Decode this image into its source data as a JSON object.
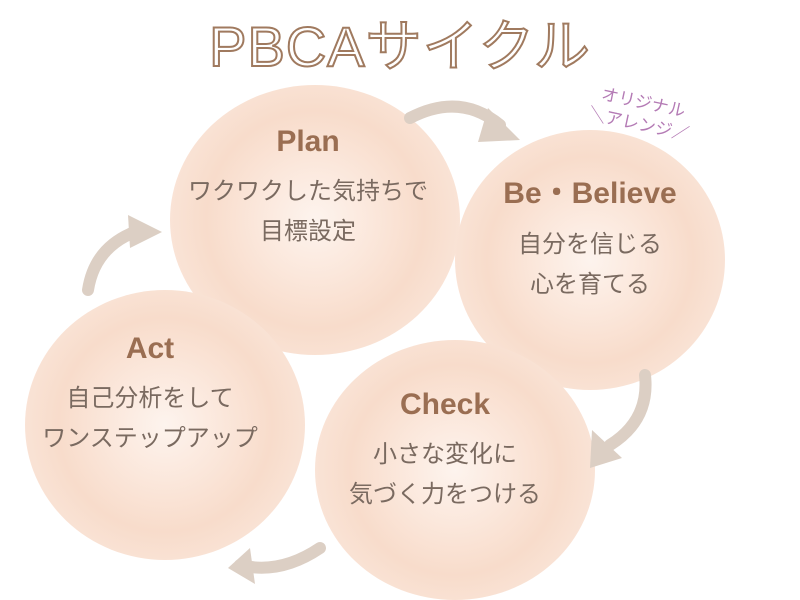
{
  "title": "PBCAサイクル",
  "tag": {
    "line1": "オリジナル",
    "line2": "＼アレンジ／"
  },
  "nodes": [
    {
      "head": "Plan",
      "line1": "ワクワクした気持ちで",
      "line2": "目標設定"
    },
    {
      "head": "Be・Believe",
      "line1": "自分を信じる",
      "line2": "心を育てる"
    },
    {
      "head": "Check",
      "line1": "小さな変化に",
      "line2": "気づく力をつける"
    },
    {
      "head": "Act",
      "line1": "自己分析をして",
      "line2": "ワンステップアップ"
    }
  ],
  "colors": {
    "heading": "#9a6e52",
    "text": "#7a6a60",
    "arrow": "#dccfc4",
    "tag": "#b47bb5"
  }
}
